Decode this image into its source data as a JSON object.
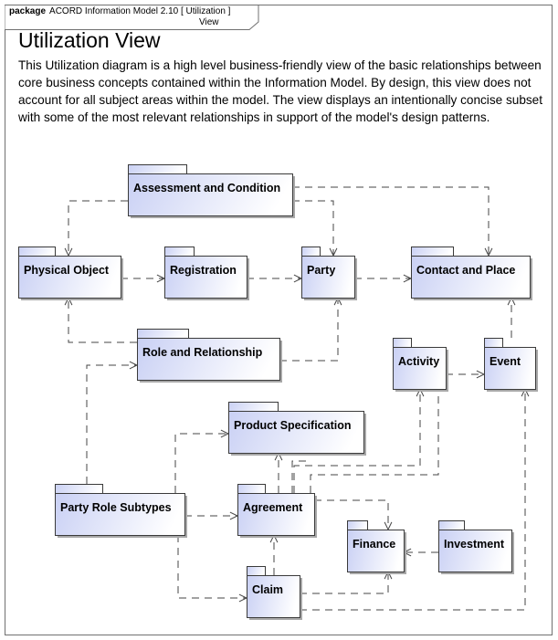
{
  "frame": {
    "keyword": "package",
    "name": "ACORD Information Model 2.10",
    "diagram_name_line1": "[ Utilization ]",
    "diagram_name_line2": "View"
  },
  "title": "Utilization View",
  "description": "This Utilization diagram is a high level business-friendly view of the basic relationships between core business concepts contained within the Information Model. By design, this view does not account for all subject areas within the model. The view displays an intentionally concise subset with some of the most relevant relationships in support of the model's design patterns.",
  "packages": [
    {
      "id": "assessment",
      "label": "Assessment and Condition"
    },
    {
      "id": "physical",
      "label": "Physical Object"
    },
    {
      "id": "registration",
      "label": "Registration"
    },
    {
      "id": "party",
      "label": "Party"
    },
    {
      "id": "contact",
      "label": "Contact and Place"
    },
    {
      "id": "role",
      "label": "Role and Relationship"
    },
    {
      "id": "activity",
      "label": "Activity"
    },
    {
      "id": "event",
      "label": "Event"
    },
    {
      "id": "product",
      "label": "Product Specification"
    },
    {
      "id": "partyrole",
      "label": "Party Role Subtypes"
    },
    {
      "id": "agreement",
      "label": "Agreement"
    },
    {
      "id": "finance",
      "label": "Finance"
    },
    {
      "id": "investment",
      "label": "Investment"
    },
    {
      "id": "claim",
      "label": "Claim"
    }
  ],
  "dependencies": [
    {
      "from": "assessment",
      "to": "physical"
    },
    {
      "from": "assessment",
      "to": "party"
    },
    {
      "from": "assessment",
      "to": "contact"
    },
    {
      "from": "physical",
      "to": "registration"
    },
    {
      "from": "registration",
      "to": "party"
    },
    {
      "from": "party",
      "to": "contact"
    },
    {
      "from": "role",
      "to": "physical"
    },
    {
      "from": "role",
      "to": "party"
    },
    {
      "from": "activity",
      "to": "event"
    },
    {
      "from": "event",
      "to": "contact"
    },
    {
      "from": "partyrole",
      "to": "role"
    },
    {
      "from": "partyrole",
      "to": "product"
    },
    {
      "from": "partyrole",
      "to": "agreement"
    },
    {
      "from": "partyrole",
      "to": "claim"
    },
    {
      "from": "agreement",
      "to": "product"
    },
    {
      "from": "agreement",
      "to": "activity"
    },
    {
      "from": "agreement",
      "to": "finance"
    },
    {
      "from": "investment",
      "to": "finance"
    },
    {
      "from": "claim",
      "to": "agreement"
    },
    {
      "from": "claim",
      "to": "finance"
    },
    {
      "from": "claim",
      "to": "event"
    }
  ]
}
